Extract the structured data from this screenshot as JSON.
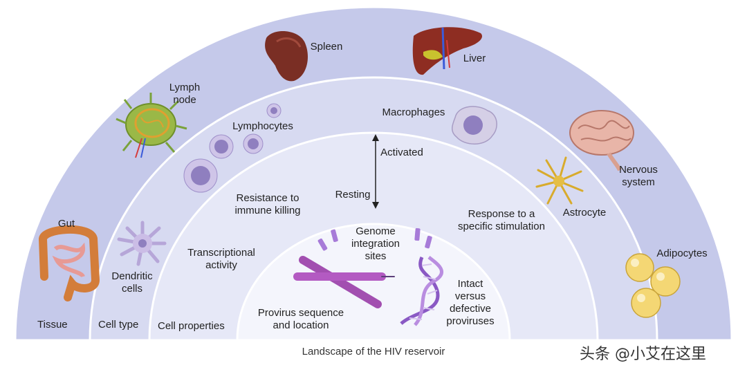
{
  "caption": "Landscape of the HIV reservoir",
  "watermark": "头条 @小艾在这里",
  "layers": {
    "tissue": "Tissue",
    "cell_type": "Cell type",
    "cell_properties": "Cell properties"
  },
  "tissues": {
    "spleen": "Spleen",
    "liver": "Liver",
    "lymph_node": "Lymph\nnode",
    "nervous_system": "Nervous\nsystem",
    "gut": "Gut",
    "adipocytes": "Adipocytes"
  },
  "cells": {
    "lymphocytes": "Lymphocytes",
    "macrophages": "Macrophages",
    "astrocyte": "Astrocyte",
    "dendritic": "Dendritic\ncells"
  },
  "properties": {
    "activated": "Activated",
    "resting": "Resting",
    "resistance": "Resistance to\nimmune killing",
    "response": "Response to a\nspecific stimulation",
    "transcriptional": "Transcriptional\nactivity"
  },
  "provirus": {
    "genome_integration": "Genome\nintegration\nsites",
    "sequence_location": "Provirus sequence\nand location",
    "intact_defective": "Intact\nversus\ndefective\nproviruses"
  },
  "colors": {
    "outer_ring": "#c5c9ea",
    "second_ring": "#d7daf1",
    "third_ring": "#e6e8f7",
    "core": "#f2f3fb",
    "ring_border": "#ffffff"
  }
}
